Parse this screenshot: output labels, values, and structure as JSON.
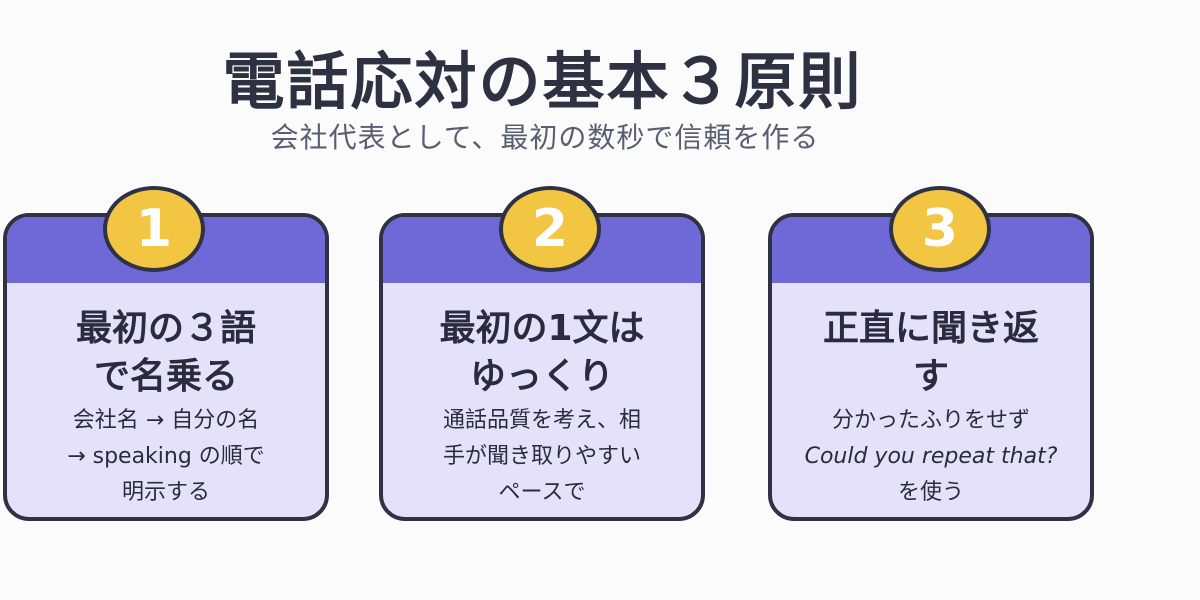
{
  "header": {
    "title": "電話応対の基本３原則",
    "subtitle": "会社代表として、最初の数秒で信頼を作る"
  },
  "cards": [
    {
      "number": "1",
      "heading_line1": "最初の３語",
      "heading_line2": "で名乗る",
      "body_line1": "会社名 → 自分の名",
      "body_line2": "→ speaking の順で",
      "body_line3": "明示する"
    },
    {
      "number": "2",
      "heading_line1": "最初の1文は",
      "heading_line2": "ゆっくり",
      "body_line1": "通話品質を考え、相",
      "body_line2": "手が聞き取りやすい",
      "body_line3": "ペースで"
    },
    {
      "number": "3",
      "heading_line1": "正直に聞き返",
      "heading_line2": "す",
      "body_line1": "分かったふりをせず",
      "body_line2": "Could you repeat that?",
      "body_line3": "を使う"
    }
  ],
  "colors": {
    "card_band": "#6f68d7",
    "card_fill": "#e6e1fb",
    "badge_fill": "#f2c542",
    "outline": "#2f3145"
  }
}
